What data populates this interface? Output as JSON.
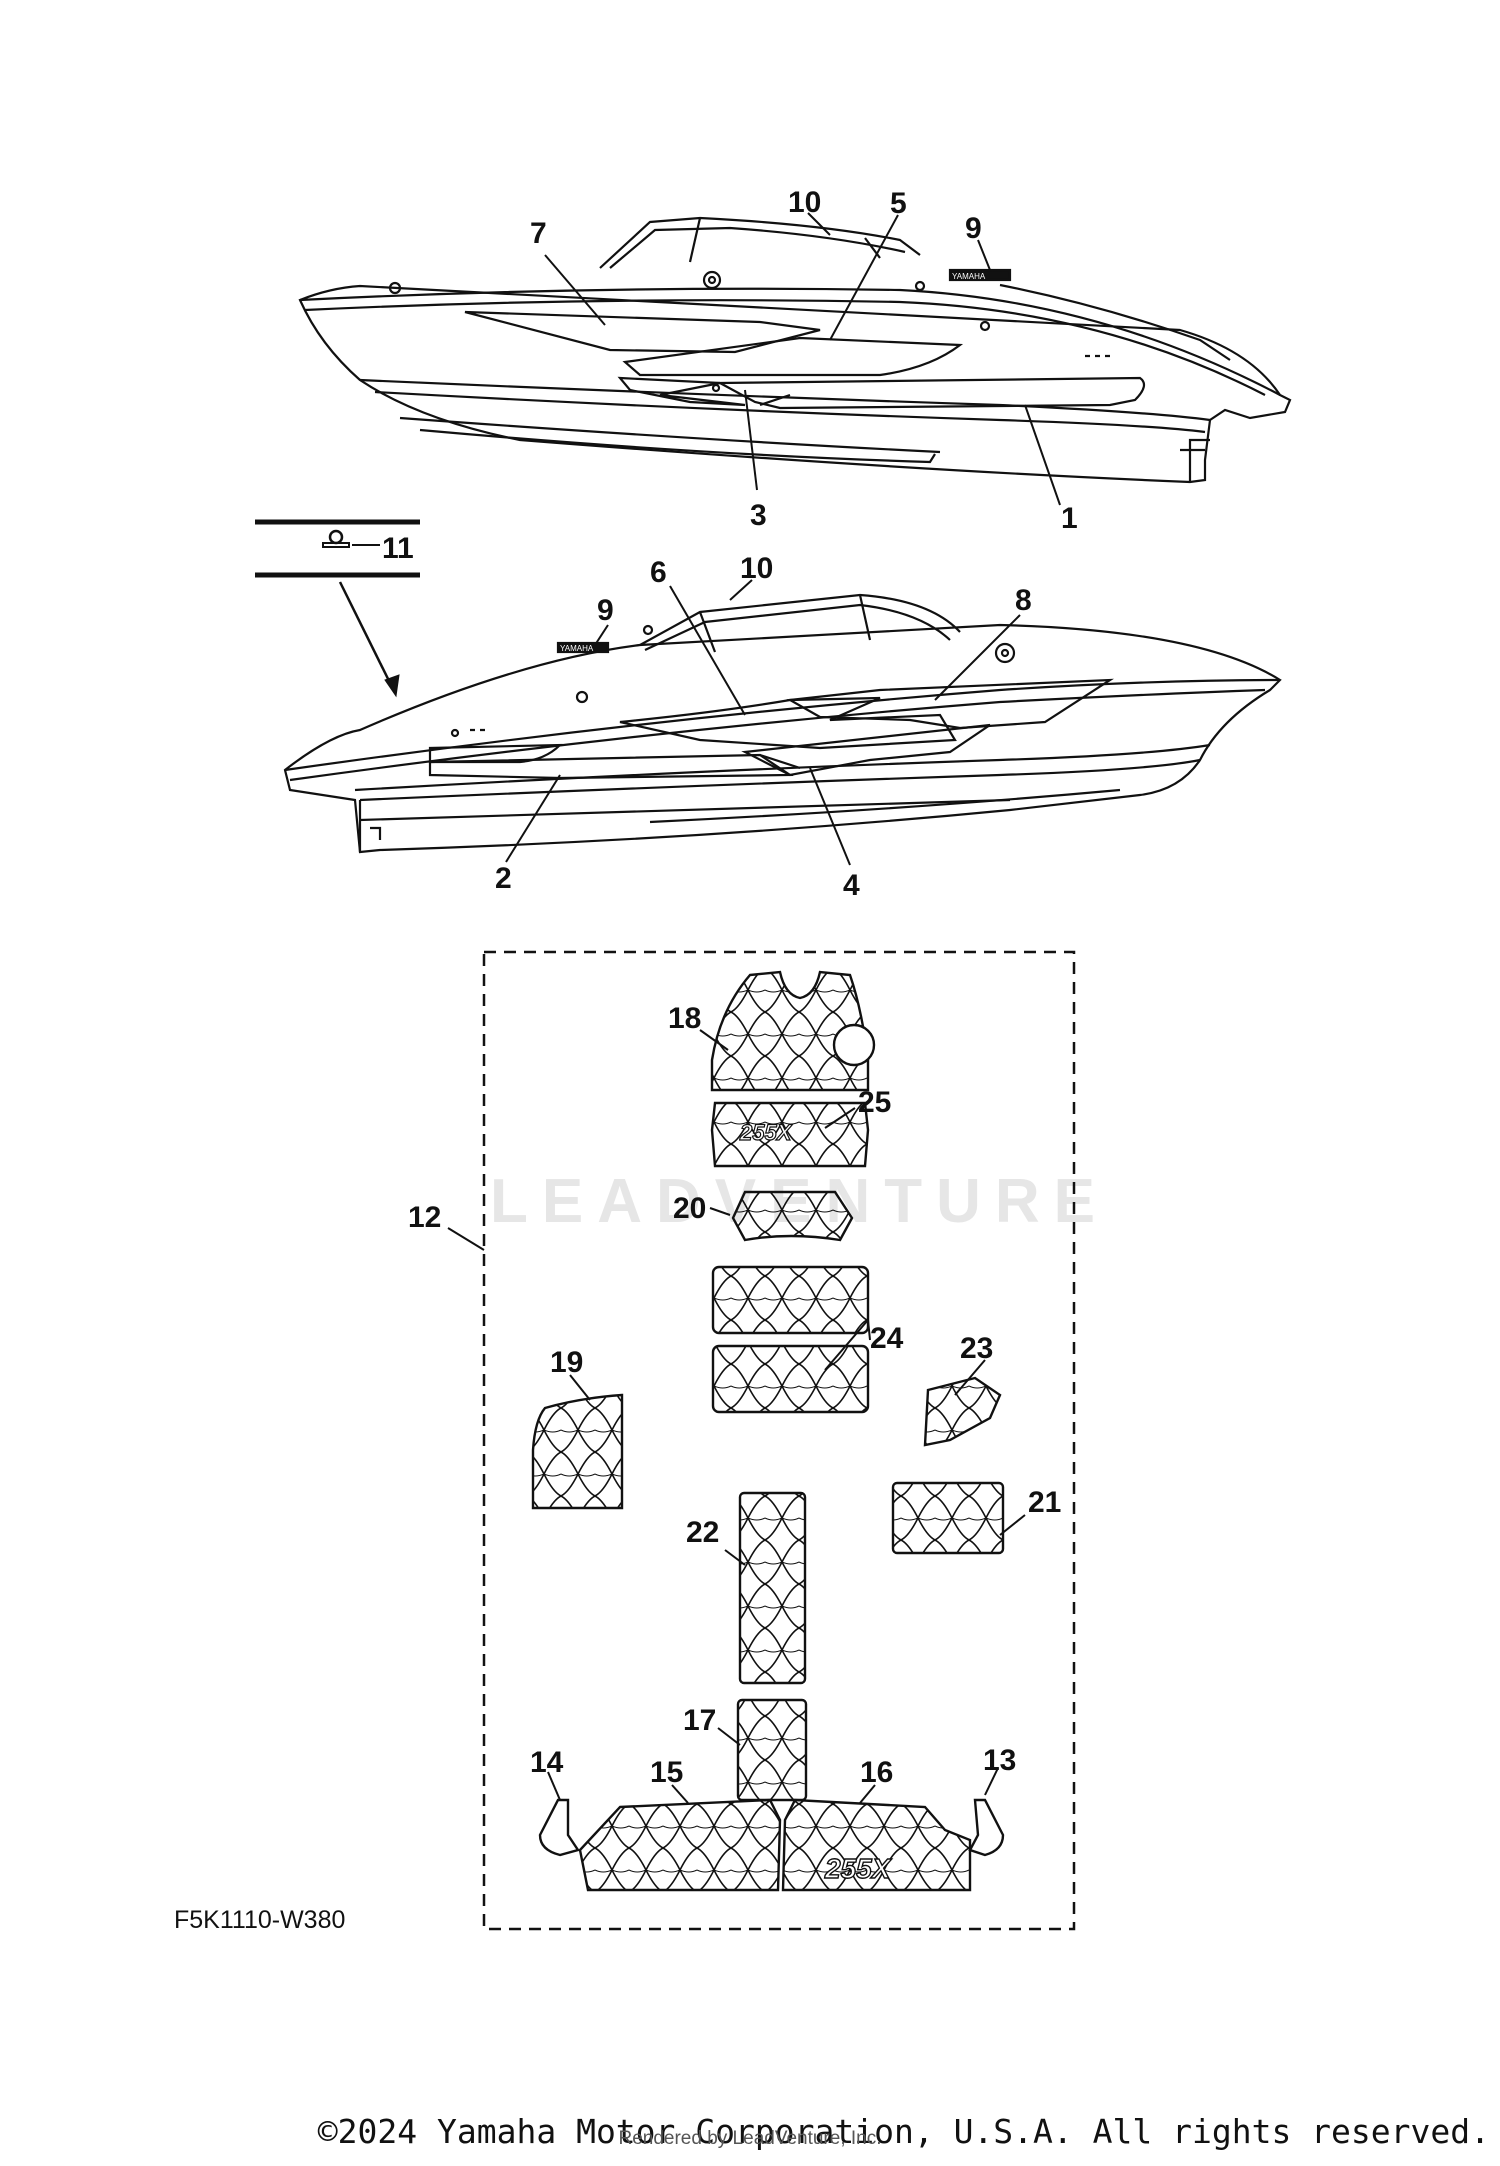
{
  "diagram": {
    "callouts": {
      "c1": "1",
      "c2": "2",
      "c3": "3",
      "c4": "4",
      "c5": "5",
      "c6": "6",
      "c7": "7",
      "c8": "8",
      "c9a": "9",
      "c9b": "9",
      "c10a": "10",
      "c10b": "10",
      "c11": "11",
      "c12": "12",
      "c13": "13",
      "c14": "14",
      "c15": "15",
      "c16": "16",
      "c17": "17",
      "c18": "18",
      "c19": "19",
      "c20": "20",
      "c21": "21",
      "c22": "22",
      "c23": "23",
      "c24": "24",
      "c25": "25"
    },
    "brand_mark": "YAMAHA",
    "model_badge": "255X",
    "diagram_code": "F5K1110-W380",
    "watermark": "LEADVENTURE"
  },
  "footer": {
    "copyright": "©2024 Yamaha Motor Corporation, U.S.A. All rights reserved.",
    "rendered_by": "Rendered by LeadVenture, Inc."
  },
  "colors": {
    "line": "#111111",
    "watermark": "#e6e6e6",
    "background": "#ffffff"
  }
}
